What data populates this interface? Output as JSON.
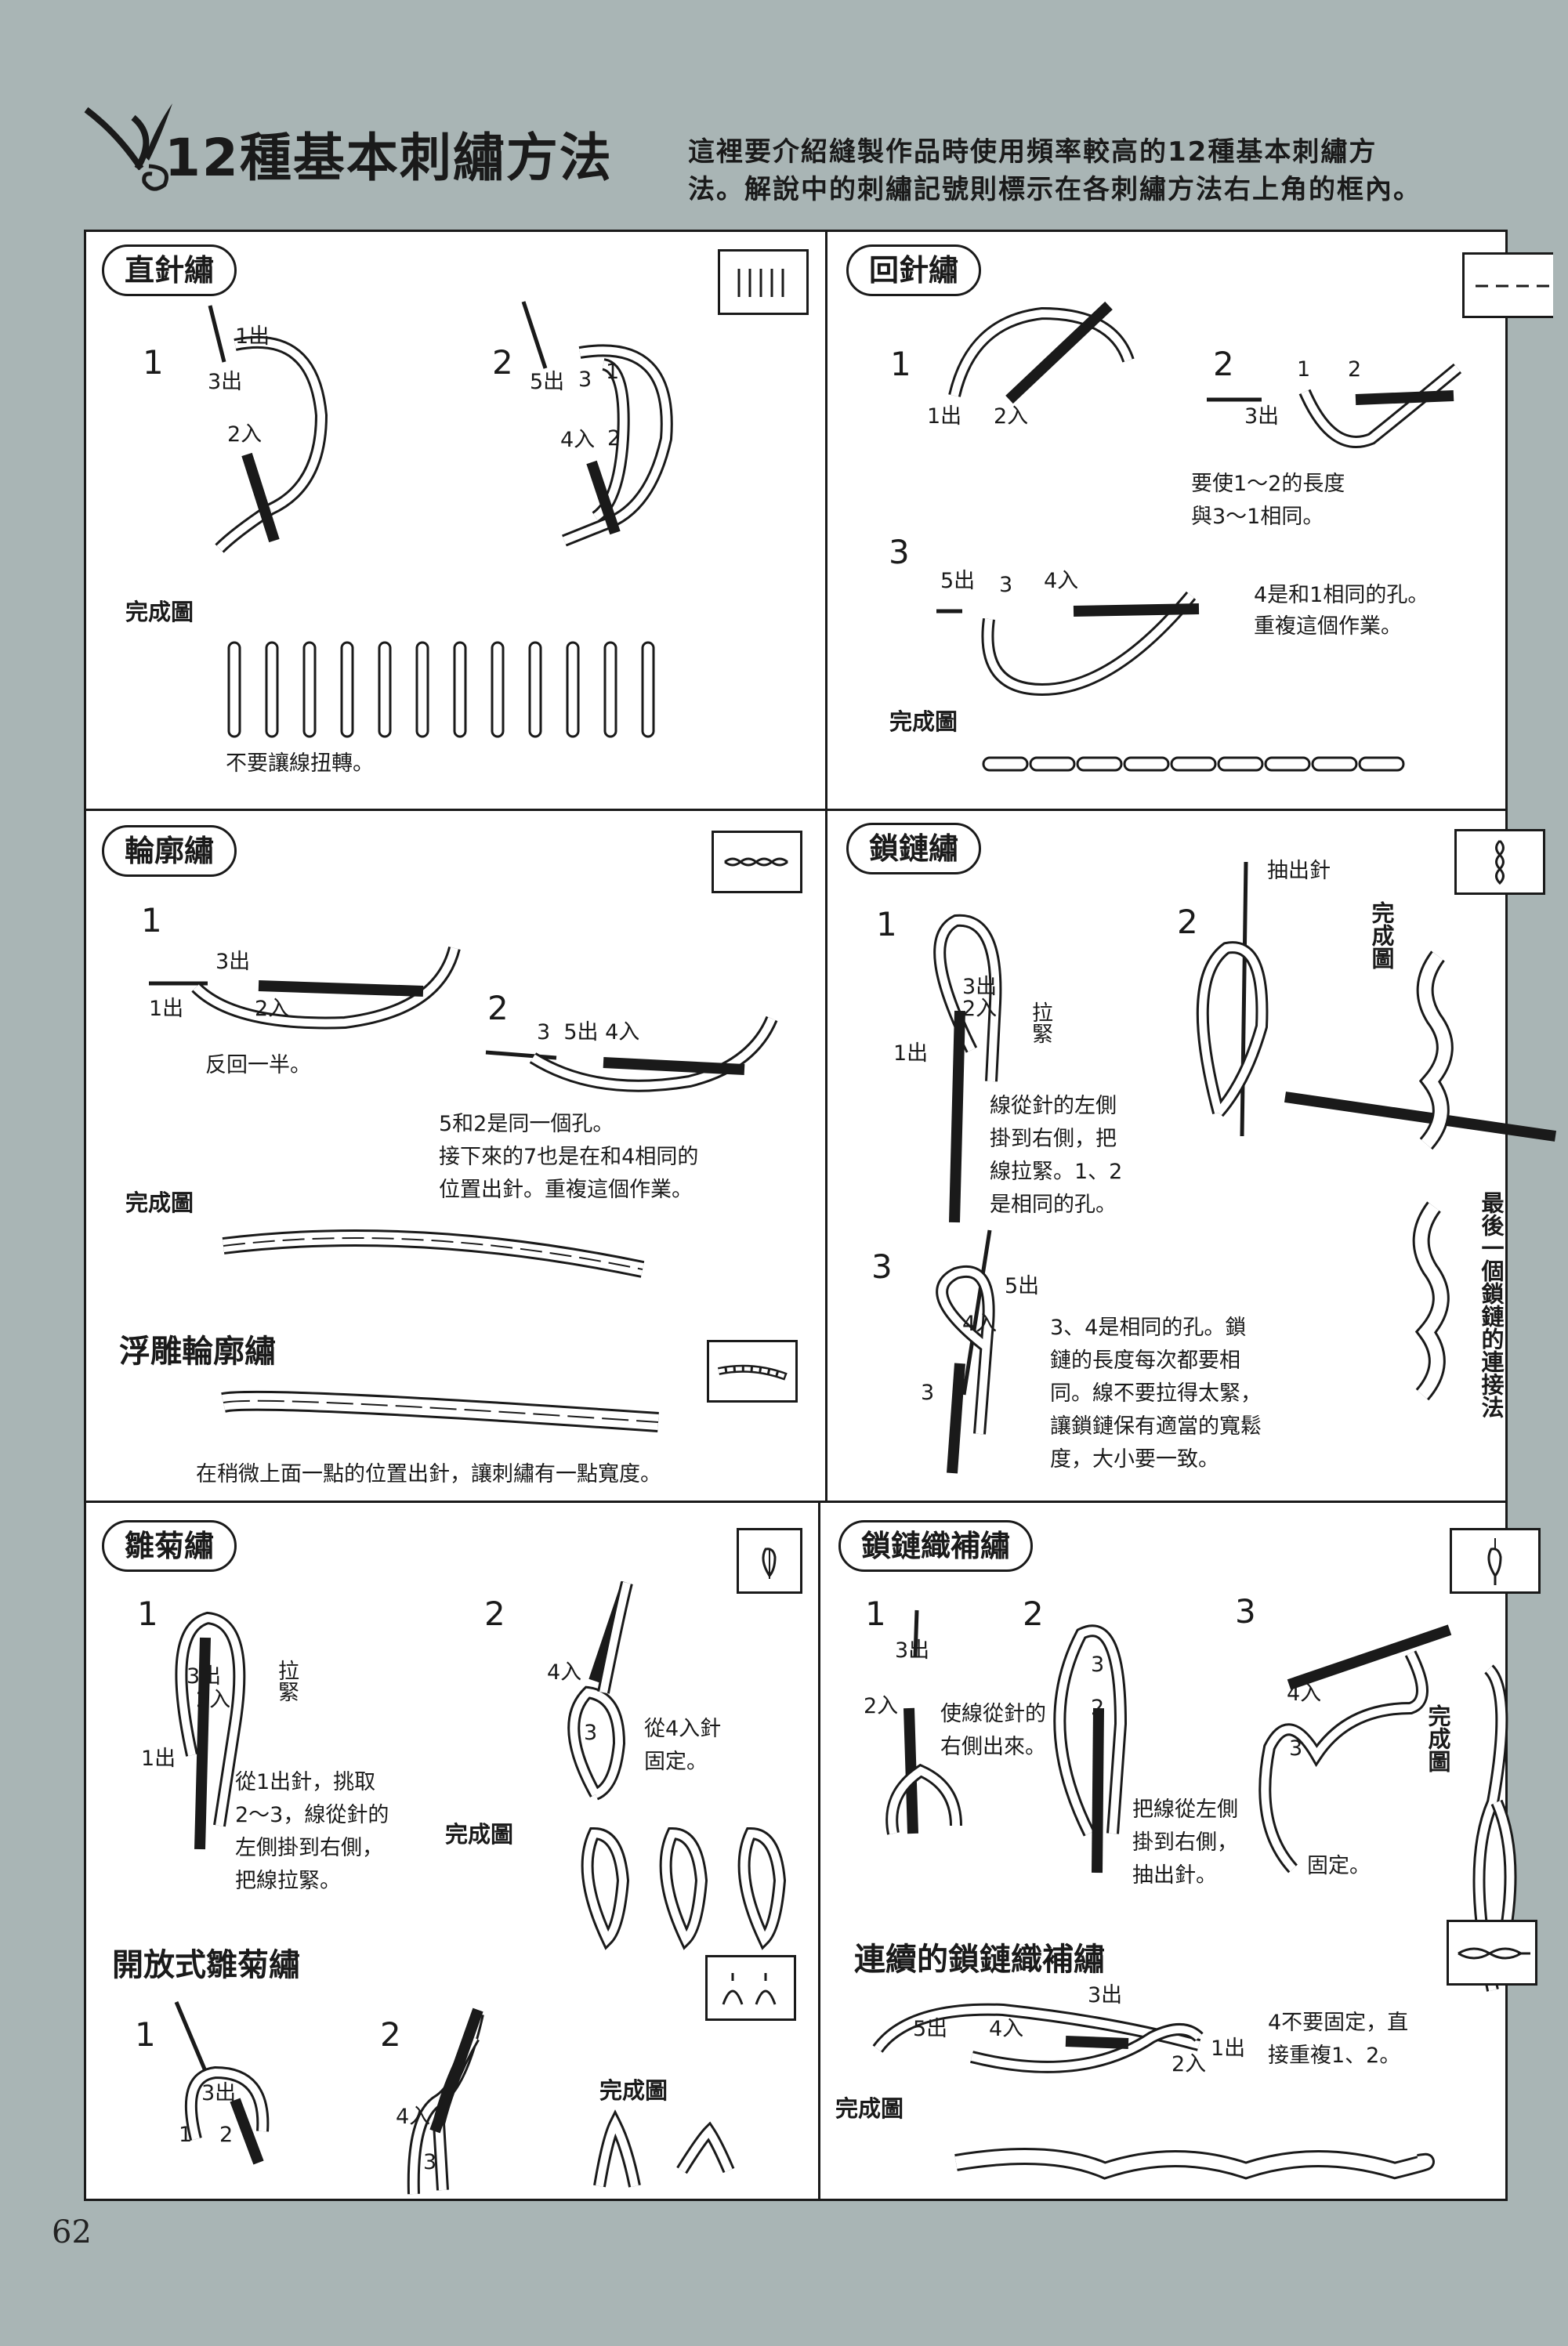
{
  "header": {
    "title": "12種基本刺繡方法",
    "description_line1": "這裡要介紹縫製作品時使用頻率較高的12種基本刺繡方",
    "description_line2": "法。解說中的刺繡記號則標示在各刺繡方法右上角的框內。"
  },
  "page_number": "62",
  "sections": {
    "straight": {
      "title": "直針繡",
      "step1": "1",
      "step2": "2",
      "s1_out1": "1出",
      "s1_out3": "3出",
      "s1_in2": "2入",
      "s2_out5": "5出",
      "s2_3": "3",
      "s2_1": "1",
      "s2_2": "2",
      "s2_in4": "4入",
      "done": "完成圖",
      "note": "不要讓線扭轉。"
    },
    "back": {
      "title": "回針繡",
      "step1": "1",
      "step2": "2",
      "step3": "3",
      "s1_out1": "1出",
      "s1_in2": "2入",
      "s2_1": "1",
      "s2_2": "2",
      "s2_out3": "3出",
      "s2_note1": "要使1～2的長度",
      "s2_note2": "與3～1相同。",
      "s3_out5": "5出",
      "s3_3": "3",
      "s3_in4": "4入",
      "s3_note1": "4是和1相同的孔。",
      "s3_note2": "重複這個作業。",
      "done": "完成圖"
    },
    "outline": {
      "title": "輪廓繡",
      "step1": "1",
      "step2": "2",
      "s1_out3": "3出",
      "s1_out1": "1出",
      "s1_in2": "2入",
      "s1_note": "反回一半。",
      "s2_labels": "3  5出 4入",
      "s2_note1": "5和2是同一個孔。",
      "s2_note2": "接下來的7也是在和4相同的",
      "s2_note3": "位置出針。重複這個作業。",
      "done": "完成圖",
      "relief_title": "浮雕輪廓繡",
      "relief_note": "在稍微上面一點的位置出針，讓刺繡有一點寬度。"
    },
    "chain": {
      "title": "鎖鏈繡",
      "step1": "1",
      "step2": "2",
      "step3": "3",
      "pull_out": "抽出針",
      "done_vertical": "完成圖",
      "s1_out3": "3出",
      "s1_in2": "2入",
      "s1_out1": "1出",
      "tighten": "拉緊",
      "s1_note1": "線從針的左側",
      "s1_note2": "掛到右側，把",
      "s1_note3": "線拉緊。1、2",
      "s1_note4": "是相同的孔。",
      "last_link": "最後一個鎖鏈的連接法",
      "s3_out5": "5出",
      "s3_in4": "4入",
      "s3_3": "3",
      "s3_note1": "3、4是相同的孔。鎖",
      "s3_note2": "鏈的長度每次都要相",
      "s3_note3": "同。線不要拉得太緊，",
      "s3_note4": "讓鎖鏈保有適當的寬鬆",
      "s3_note5": "度，大小要一致。"
    },
    "daisy": {
      "title": "雛菊繡",
      "step1": "1",
      "step2": "2",
      "s1_out3": "3出",
      "s1_in2": "2入",
      "s1_out1": "1出",
      "tighten": "拉緊",
      "s1_note1": "從1出針，挑取",
      "s1_note2": "2～3，線從針的",
      "s1_note3": "左側掛到右側，",
      "s1_note4": "把線拉緊。",
      "s2_in4": "4入",
      "s2_3": "3",
      "s2_note1": "從4入針",
      "s2_note2": "固定。",
      "done": "完成圖",
      "open_title": "開放式雛菊繡",
      "o_step1": "1",
      "o_step2": "2",
      "o_out3": "3出",
      "o_1": "1",
      "o_2": "2",
      "o_in4": "4入",
      "o_3": "3",
      "o_done": "完成圖"
    },
    "chain_tack": {
      "title": "鎖鏈織補繡",
      "step1": "1",
      "step2": "2",
      "step3": "3",
      "s1_out3": "3出",
      "s1_in2": "2入",
      "s1_note1": "使線從針的",
      "s1_note2": "右側出來。",
      "s2_3": "3",
      "s2_2": "2",
      "s2_note1": "把線從左側",
      "s2_note2": "掛到右側，",
      "s2_note3": "抽出針。",
      "s3_in4": "4入",
      "s3_3": "3",
      "s3_note": "固定。",
      "done_vertical": "完成圖",
      "cont_title": "連續的鎖鏈織補繡",
      "c_out3": "3出",
      "c_out5": "5出",
      "c_in4": "4入",
      "c_out1": "1出",
      "c_in2": "2入",
      "c_note1": "4不要固定，直",
      "c_note2": "接重複1、2。",
      "c_done": "完成圖"
    }
  }
}
